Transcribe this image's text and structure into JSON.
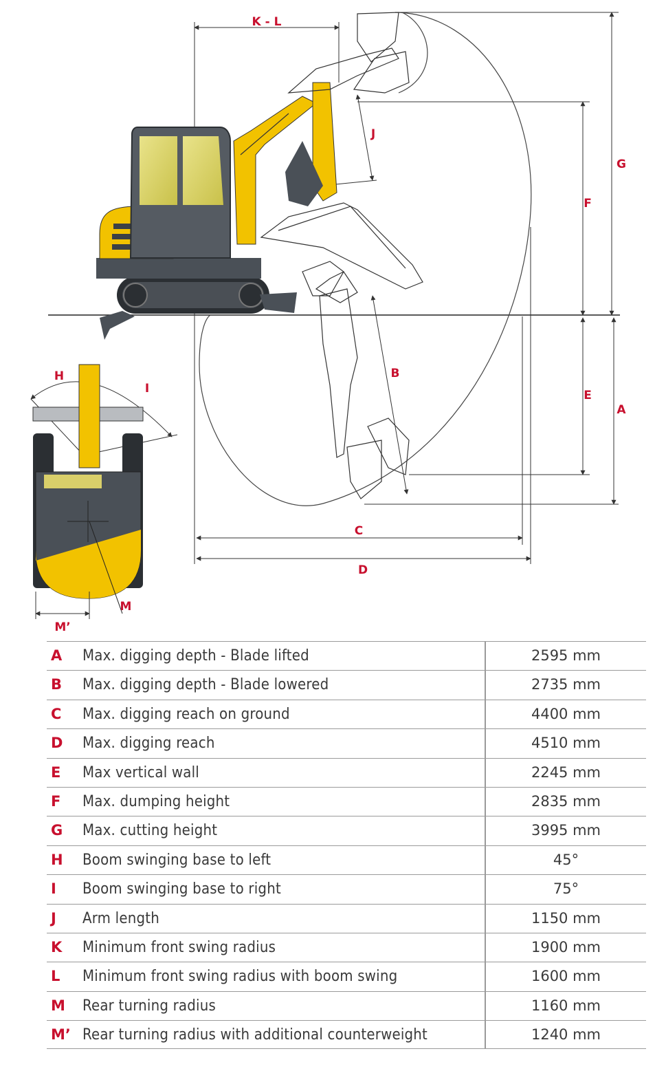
{
  "diagram": {
    "labels": {
      "kl": "K - L",
      "j": "J",
      "g": "G",
      "f": "F",
      "b": "B",
      "e": "E",
      "a": "A",
      "c": "C",
      "d": "D",
      "h": "H",
      "i": "I",
      "m": "M",
      "mprime": "M’"
    },
    "colors": {
      "label_red": "#c8102e",
      "machine_yellow": "#f2c200",
      "machine_dark": "#4a5057",
      "line": "#333333"
    }
  },
  "specs": [
    {
      "letter": "A",
      "label": "Max. digging depth - Blade lifted",
      "value": "2595 mm"
    },
    {
      "letter": "B",
      "label": "Max. digging depth - Blade lowered",
      "value": "2735 mm"
    },
    {
      "letter": "C",
      "label": "Max. digging reach on ground",
      "value": "4400 mm"
    },
    {
      "letter": "D",
      "label": "Max. digging reach",
      "value": "4510 mm"
    },
    {
      "letter": "E",
      "label": "Max vertical wall",
      "value": "2245 mm"
    },
    {
      "letter": "F",
      "label": "Max. dumping height",
      "value": "2835 mm"
    },
    {
      "letter": "G",
      "label": "Max. cutting height",
      "value": "3995 mm"
    },
    {
      "letter": "H",
      "label": "Boom swinging base to left",
      "value": "45°"
    },
    {
      "letter": "I",
      "label": "Boom swinging base to right",
      "value": "75°"
    },
    {
      "letter": "J",
      "label": "Arm length",
      "value": "1150 mm"
    },
    {
      "letter": "K",
      "label": "Minimum front swing radius",
      "value": "1900 mm"
    },
    {
      "letter": "L",
      "label": "Minimum front swing radius with boom swing",
      "value": "1600 mm"
    },
    {
      "letter": "M",
      "label": "Rear turning radius",
      "value": "1160 mm"
    },
    {
      "letter": "M’",
      "label": "Rear turning radius with additional counterweight",
      "value": "1240 mm"
    }
  ]
}
